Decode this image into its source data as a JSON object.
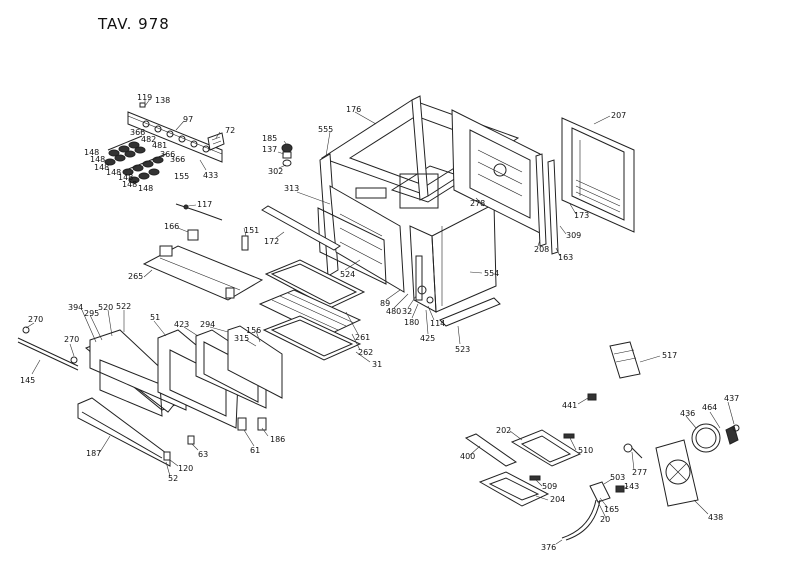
{
  "title": "TAV. 978",
  "labels": {
    "l119": "119",
    "l138": "138",
    "l97": "97",
    "l72": "72",
    "l366a": "366",
    "l482": "482",
    "l481": "481",
    "l366b": "366",
    "l366c": "366",
    "l148a": "148",
    "l148b": "148",
    "l148c": "148",
    "l148d": "148",
    "l148e": "148",
    "l148f": "148",
    "l148g": "148",
    "l155": "155",
    "l433": "433",
    "l185": "185",
    "l137": "137",
    "l302": "302",
    "l176": "176",
    "l555": "555",
    "l207": "207",
    "l313": "313",
    "l278": "278",
    "l173": "173",
    "l309": "309",
    "l208": "208",
    "l163": "163",
    "l117": "117",
    "l166": "166",
    "l151": "151",
    "l172": "172",
    "l265": "265",
    "l524": "524",
    "l554": "554",
    "l394": "394",
    "l520": "520",
    "l522": "522",
    "l295": "295",
    "l51": "51",
    "l423": "423",
    "l294": "294",
    "l270a": "270",
    "l270b": "270",
    "l145": "145",
    "l156": "156",
    "l315": "315",
    "l89": "89",
    "l480": "480",
    "l32": "32",
    "l180": "180",
    "l114": "114",
    "l425": "425",
    "l523": "523",
    "l261": "261",
    "l262": "262",
    "l31": "31",
    "l517": "517",
    "l441": "441",
    "l437": "437",
    "l464": "464",
    "l436": "436",
    "l186": "186",
    "l61": "61",
    "l63": "63",
    "l187": "187",
    "l120": "120",
    "l52": "52",
    "l202": "202",
    "l510": "510",
    "l400": "400",
    "l277": "277",
    "l509": "509",
    "l503": "503",
    "l143": "143",
    "l204": "204",
    "l165": "165",
    "l20": "20",
    "l438": "438",
    "l376": "376"
  }
}
